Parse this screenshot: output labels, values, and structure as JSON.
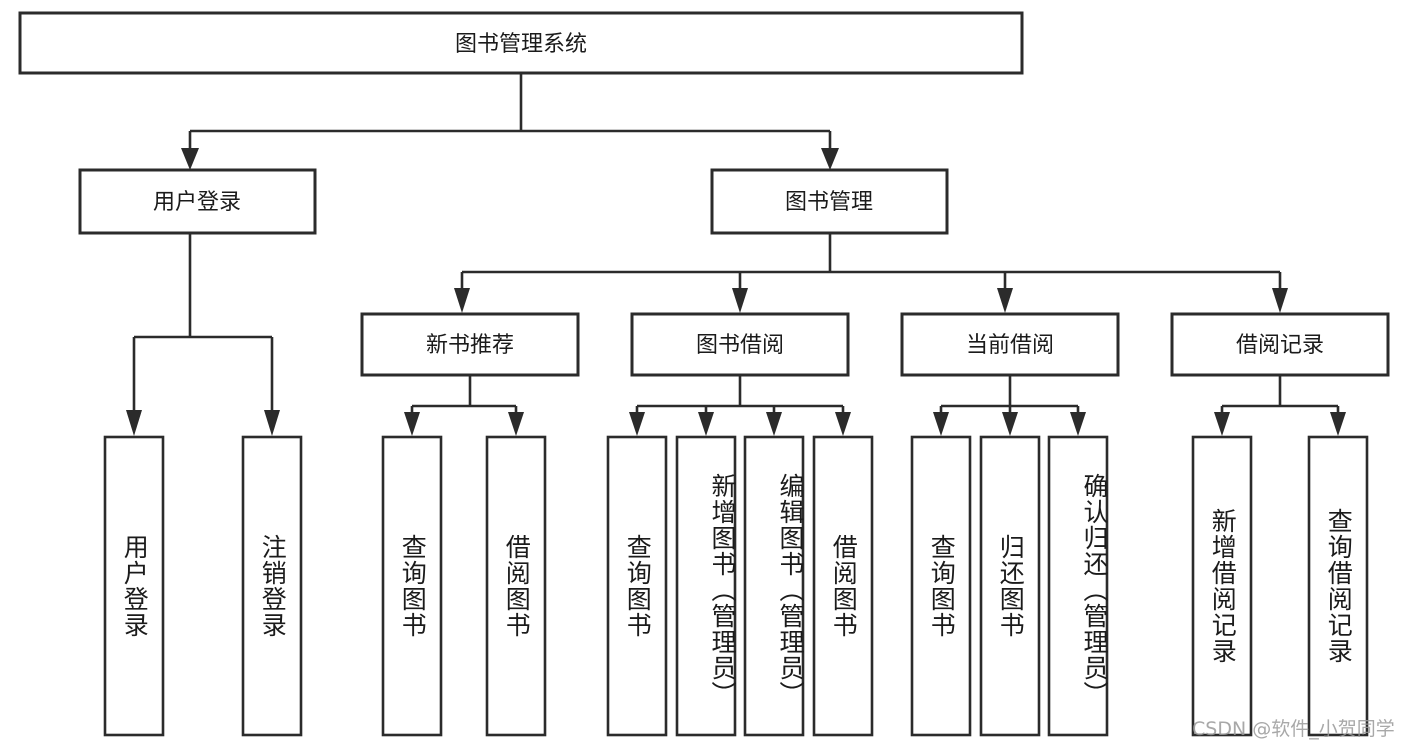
{
  "diagram": {
    "title": "图书管理系统",
    "type": "tree-hierarchy-chart",
    "orientation": "top-down",
    "colors": {
      "box_stroke": "#2b2b2b",
      "box_fill": "#ffffff",
      "connector": "#2b2b2b",
      "text": "#1b1b1b",
      "background": "#ffffff",
      "watermark": "#9a9a9a"
    },
    "root": {
      "label": "图书管理系统"
    },
    "level2": [
      {
        "id": "user-login",
        "label": "用户登录"
      },
      {
        "id": "book-management",
        "label": "图书管理"
      }
    ],
    "level3": [
      {
        "id": "new-book-recommend",
        "label": "新书推荐",
        "parent": "book-management"
      },
      {
        "id": "book-borrow",
        "label": "图书借阅",
        "parent": "book-management"
      },
      {
        "id": "current-borrow",
        "label": "当前借阅",
        "parent": "book-management"
      },
      {
        "id": "borrow-record",
        "label": "借阅记录",
        "parent": "book-management"
      }
    ],
    "leaves": {
      "user-login": [
        {
          "id": "leaf-user-login",
          "label": "用户登录"
        },
        {
          "id": "leaf-logout-login",
          "label": "注销登录"
        }
      ],
      "new-book-recommend": [
        {
          "id": "leaf-query-book-1",
          "label": "查询图书"
        },
        {
          "id": "leaf-borrow-book-1",
          "label": "借阅图书"
        }
      ],
      "book-borrow": [
        {
          "id": "leaf-query-book-2",
          "label": "查询图书"
        },
        {
          "id": "leaf-add-book-admin",
          "label": "新增图书（管理员）"
        },
        {
          "id": "leaf-edit-book-admin",
          "label": "编辑图书（管理员）"
        },
        {
          "id": "leaf-borrow-book-2",
          "label": "借阅图书"
        }
      ],
      "current-borrow": [
        {
          "id": "leaf-query-book-3",
          "label": "查询图书"
        },
        {
          "id": "leaf-return-book",
          "label": "归还图书"
        },
        {
          "id": "leaf-confirm-return-admin",
          "label": "确认归还（管理员）"
        }
      ],
      "borrow-record": [
        {
          "id": "leaf-add-borrow-record",
          "label": "新增借阅记录"
        },
        {
          "id": "leaf-query-borrow-record",
          "label": "查询借阅记录"
        }
      ]
    }
  },
  "watermark": {
    "text": "CSDN @软件_小贺同学"
  }
}
